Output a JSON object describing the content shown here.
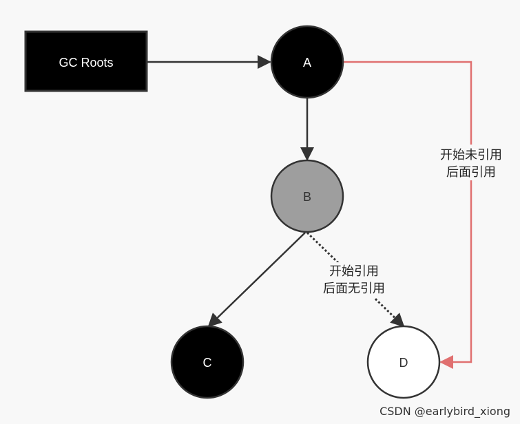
{
  "nodes": {
    "gc_roots": {
      "label": "GC Roots",
      "fill": "#000000",
      "text_color": "#ffffff"
    },
    "a": {
      "label": "A",
      "fill": "#000000",
      "text_color": "#ffffff"
    },
    "b": {
      "label": "B",
      "fill": "#9e9e9e",
      "text_color": "#333333"
    },
    "c": {
      "label": "C",
      "fill": "#000000",
      "text_color": "#ffffff"
    },
    "d": {
      "label": "D",
      "fill": "#ffffff",
      "text_color": "#333333"
    }
  },
  "edges": {
    "a_to_d": {
      "label_line1": "开始未引用",
      "label_line2": "后面引用",
      "color": "#e07070"
    },
    "b_to_d": {
      "label_line1": "开始引用",
      "label_line2": "后面无引用",
      "style": "dashed"
    }
  },
  "colors": {
    "background": "#f8f8f8",
    "stroke": "#333333",
    "highlight_edge": "#e07070"
  },
  "watermark": "CSDN @earlybird_xiong"
}
